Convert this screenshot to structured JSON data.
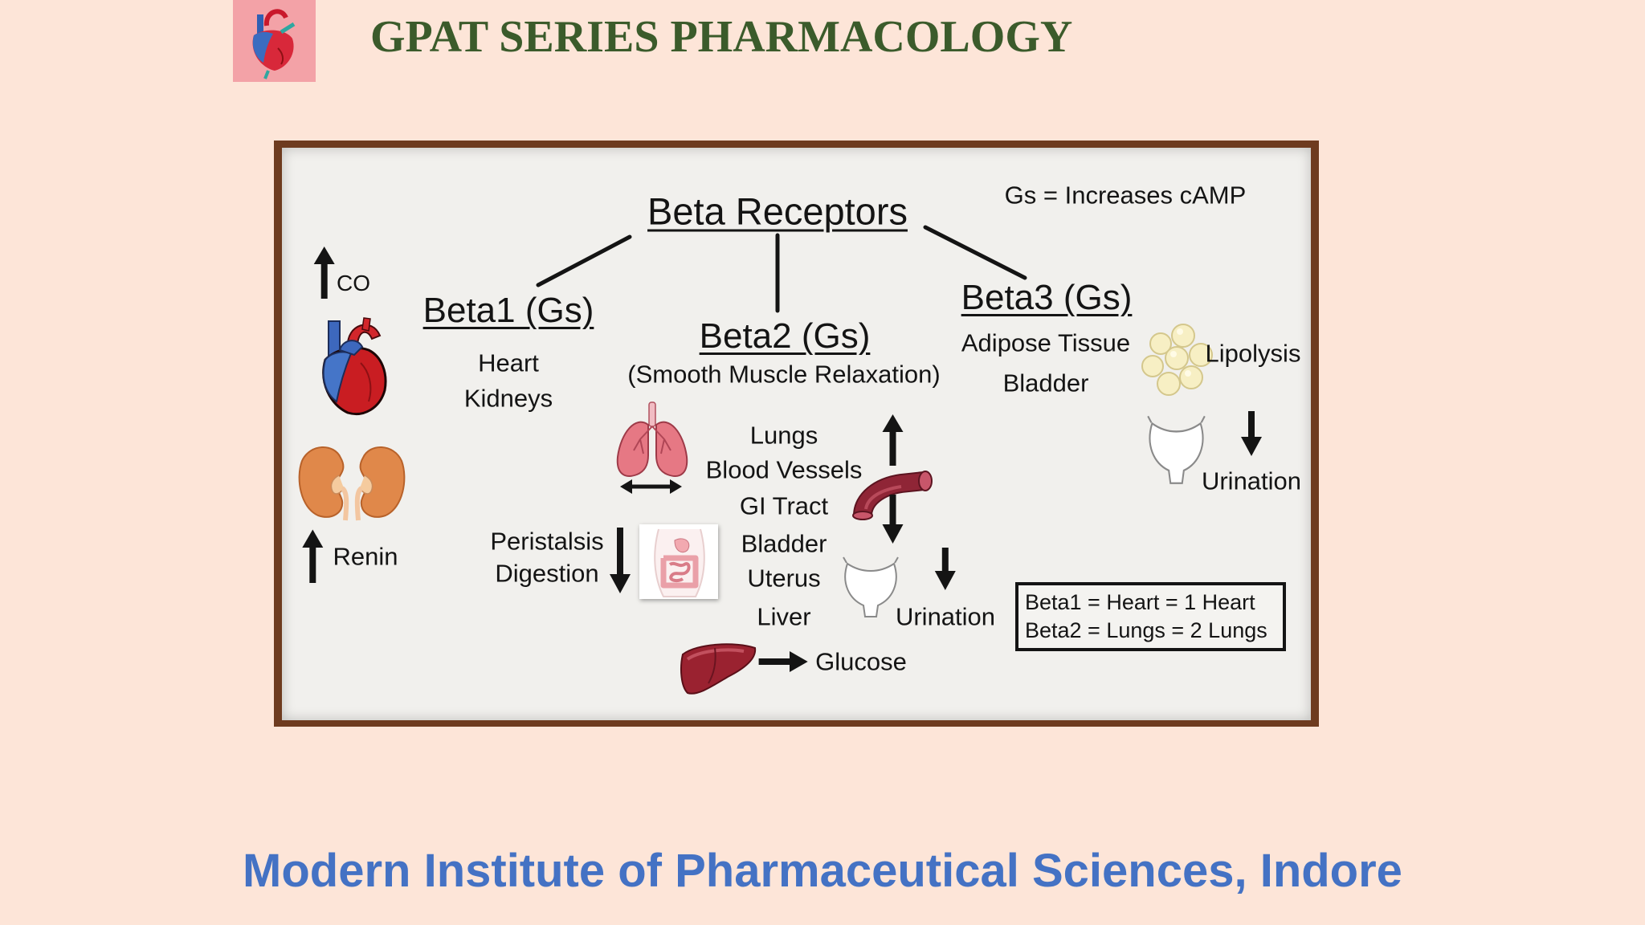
{
  "header": {
    "title": "GPAT SERIES PHARMACOLOGY",
    "logo_icon": "heart-logo-icon"
  },
  "diagram": {
    "title": "Beta Receptors",
    "note": "Gs = Increases cAMP",
    "beta1": {
      "label": "Beta1 (Gs)",
      "organs": [
        "Heart",
        "Kidneys"
      ],
      "effects": [
        {
          "label": "CO",
          "icon": "arrow-up-icon"
        },
        {
          "label": "Renin",
          "icon": "arrow-up-icon"
        }
      ]
    },
    "beta2": {
      "label": "Beta2 (Gs)",
      "subtitle": "(Smooth Muscle Relaxation)",
      "organs": [
        "Lungs",
        "Blood Vessels",
        "GI Tract",
        "Bladder",
        "Uterus",
        "Liver"
      ],
      "effects": [
        {
          "label": "Peristalsis",
          "icon": "arrow-down-icon"
        },
        {
          "label": "Digestion",
          "icon": "arrow-down-icon"
        },
        {
          "label": "Urination",
          "icon": "arrow-down-icon"
        },
        {
          "label": "Glucose",
          "icon": "arrow-right-icon"
        }
      ],
      "lungs_icon": "arrow-left-right-icon",
      "vessel_icons": [
        "arrow-up-icon",
        "arrow-down-icon"
      ]
    },
    "beta3": {
      "label": "Beta3 (Gs)",
      "organs": [
        "Adipose Tissue",
        "Bladder"
      ],
      "effects": [
        {
          "label": "Lipolysis"
        },
        {
          "label": "Urination",
          "icon": "arrow-down-icon"
        }
      ]
    },
    "mnemonic": [
      "Beta1 = Heart = 1 Heart",
      "Beta2 = Lungs = 2 Lungs"
    ],
    "illustrations": [
      "heart-illustration",
      "kidneys-illustration",
      "lungs-illustration",
      "intestine-illustration",
      "blood-vessel-illustration",
      "bladder-illustration",
      "liver-illustration",
      "fat-cells-illustration"
    ]
  },
  "footer": {
    "institute": "Modern Institute of Pharmaceutical Sciences, Indore"
  },
  "colors": {
    "background": "#fde5d8",
    "title": "#3b5b2b",
    "footer": "#4472c4",
    "frame": "#6e3b1f",
    "board": "#f1f0ed",
    "ink": "#141414"
  }
}
